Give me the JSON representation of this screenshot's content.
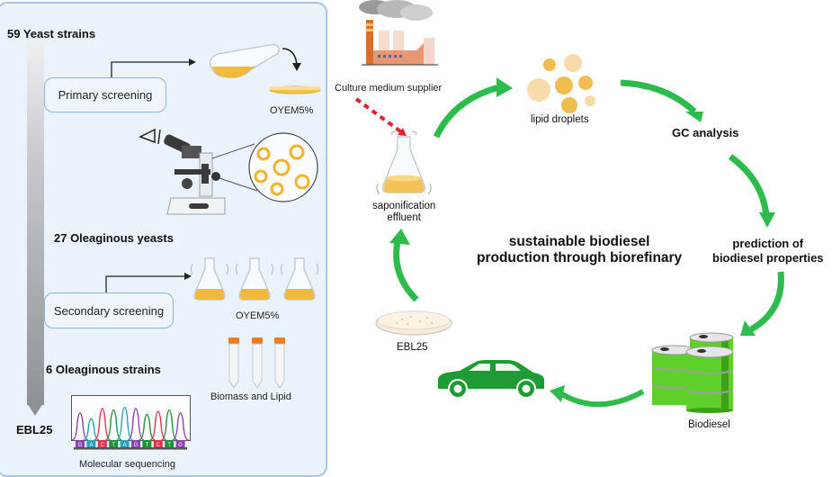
{
  "left_panel": {
    "stages": {
      "start": "59 Yeast strains",
      "after_primary": "27 Oleaginous yeasts",
      "after_secondary": "6  Oleaginous strains",
      "end": "EBL25"
    },
    "steps": {
      "primary": "Primary screening",
      "secondary": "Secondary screening"
    },
    "labels": {
      "medium_1": "OYEM5%",
      "medium_2": "OYEM5%",
      "tubes": "Biomass and Lipid",
      "sequencing": "Molecular sequencing"
    },
    "sequence": [
      {
        "base": "G",
        "color": "#8e3fb0"
      },
      {
        "base": "A",
        "color": "#2a9fb5"
      },
      {
        "base": "C",
        "color": "#e2334a"
      },
      {
        "base": "T",
        "color": "#23913a"
      },
      {
        "base": "A",
        "color": "#2a9fb5"
      },
      {
        "base": "G",
        "color": "#8e3fb0"
      },
      {
        "base": "T",
        "color": "#23913a"
      },
      {
        "base": "C",
        "color": "#e2334a"
      },
      {
        "base": "T",
        "color": "#23913a"
      },
      {
        "base": "G",
        "color": "#8e3fb0"
      }
    ]
  },
  "cycle": {
    "center_title_line1": "sustainable biodiesel",
    "center_title_line2": "production through biorefinary",
    "supplier": "Culture medium supplier",
    "effluent_line1": "saponification",
    "effluent_line2": "effluent",
    "lipid": "lipid droplets",
    "gc": "GC analysis",
    "prediction_line1": "prediction of",
    "prediction_line2": "biodiesel properties",
    "biodiesel": "Biodiesel",
    "strain": "EBL25"
  },
  "colors": {
    "arrow_green": "#2dbb4b",
    "car_green": "#1f9b35",
    "barrel_green": "#5fcf2a",
    "lipid_yellow": "#f3c35a",
    "panel_bg": "#eaf3fb",
    "panel_border": "#a9c6e6",
    "dashed_red": "#e0242f"
  }
}
